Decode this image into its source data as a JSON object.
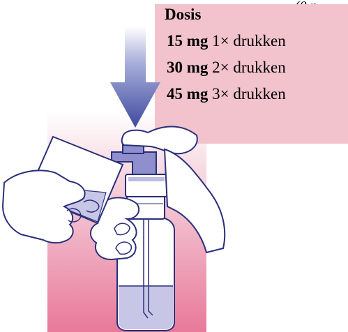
{
  "corner_text": "(0 p",
  "dose_panel": {
    "title": "Dosis",
    "rows": [
      {
        "amount": "15 mg",
        "action": "1× drukken"
      },
      {
        "amount": "30 mg",
        "action": "2× drukken"
      },
      {
        "amount": "45 mg",
        "action": "3× drukken"
      }
    ]
  },
  "colors": {
    "panel_pink": "#f2c2cd",
    "bottle_pink_top": "#f7dbe3",
    "bottle_pink_bottom": "#e8799a",
    "arrow_blue": "#4b55a3",
    "pump_purple": "#8f8fce",
    "liquid": "#c8c6e6",
    "outline": "#2a2f7a"
  }
}
